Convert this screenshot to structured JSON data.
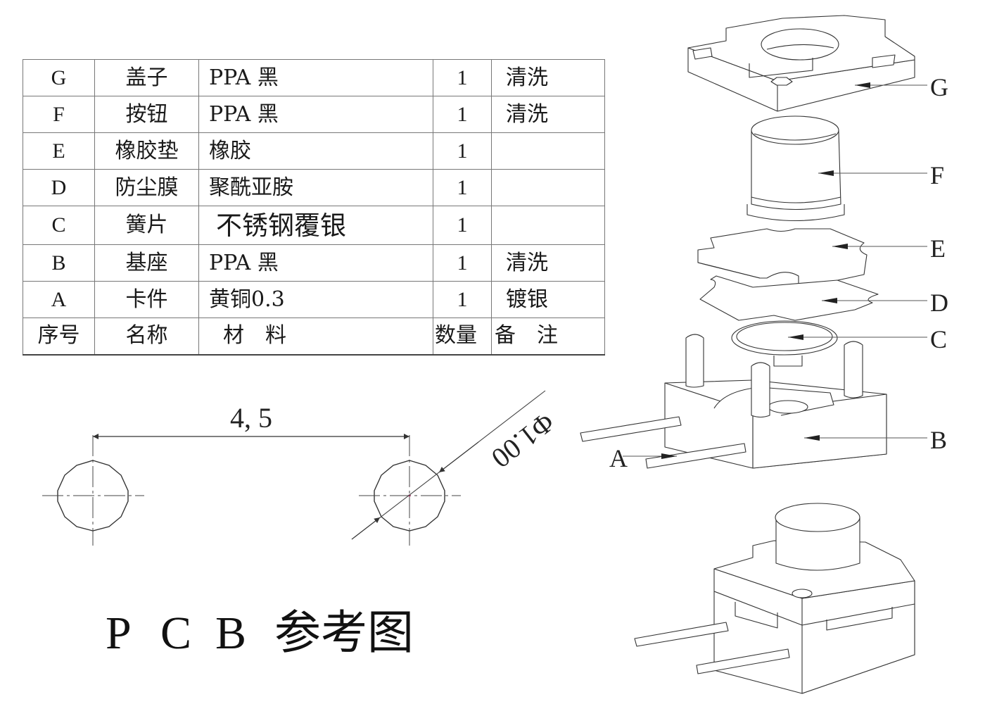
{
  "bom_table": {
    "header": {
      "id": "序号",
      "name": "名称",
      "material": "材　料",
      "qty": "数量",
      "note": "备　注"
    },
    "rows": [
      {
        "id": "G",
        "name": "盖子",
        "material": "PPA 黑",
        "qty": "1",
        "note": "清洗"
      },
      {
        "id": "F",
        "name": "按钮",
        "material": "PPA 黑",
        "qty": "1",
        "note": "清洗"
      },
      {
        "id": "E",
        "name": "橡胶垫",
        "material": "橡胶",
        "qty": "1",
        "note": ""
      },
      {
        "id": "D",
        "name": "防尘膜",
        "material": "聚酰亚胺",
        "qty": "1",
        "note": ""
      },
      {
        "id": "C",
        "name": "簧片",
        "material": "不锈钢覆银",
        "qty": "1",
        "note": ""
      },
      {
        "id": "B",
        "name": "基座",
        "material": "PPA 黑",
        "qty": "1",
        "note": "清洗"
      },
      {
        "id": "A",
        "name": "卡件",
        "material": "黄铜0.3",
        "qty": "1",
        "note": "镀银"
      }
    ]
  },
  "pcb_drawing": {
    "spacing_dimension": "4, 5",
    "diameter_dimension": "Φ1.00",
    "hole_count": 2,
    "title_letters": [
      "P",
      "C",
      "B"
    ],
    "title_cn": "参考图"
  },
  "exploded_view": {
    "callouts": [
      {
        "label": "G",
        "part": "盖子"
      },
      {
        "label": "F",
        "part": "按钮"
      },
      {
        "label": "E",
        "part": "橡胶垫"
      },
      {
        "label": "D",
        "part": "防尘膜"
      },
      {
        "label": "C",
        "part": "簧片"
      },
      {
        "label": "B",
        "part": "基座"
      },
      {
        "label": "A",
        "part": "卡件"
      }
    ]
  }
}
